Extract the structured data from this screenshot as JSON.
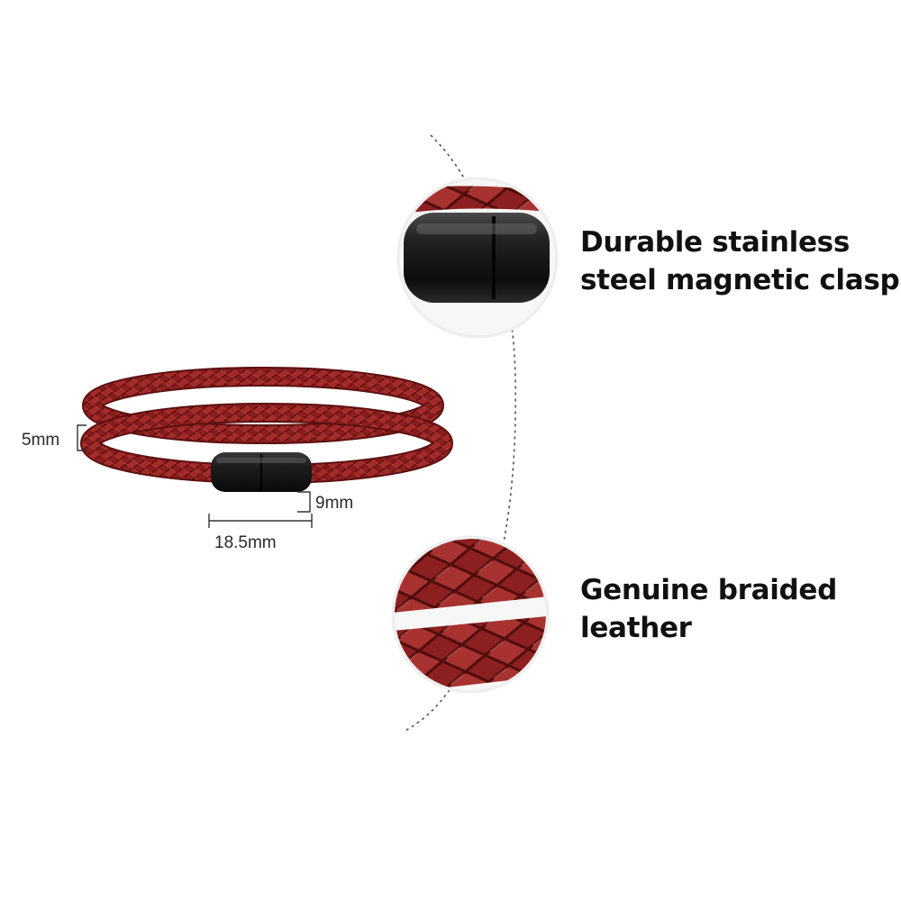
{
  "features": [
    {
      "lines": [
        "Durable stainless",
        "steel magnetic clasp"
      ]
    },
    {
      "lines": [
        "Genuine braided",
        "leather"
      ]
    }
  ],
  "dimensions": {
    "cord_thickness": "5mm",
    "clasp_diameter": "9mm",
    "clasp_length": "18.5mm"
  },
  "colors": {
    "leather": "#8a1e1e",
    "leather_dark": "#5c1010",
    "clasp": "#151515",
    "text": "#111111"
  }
}
